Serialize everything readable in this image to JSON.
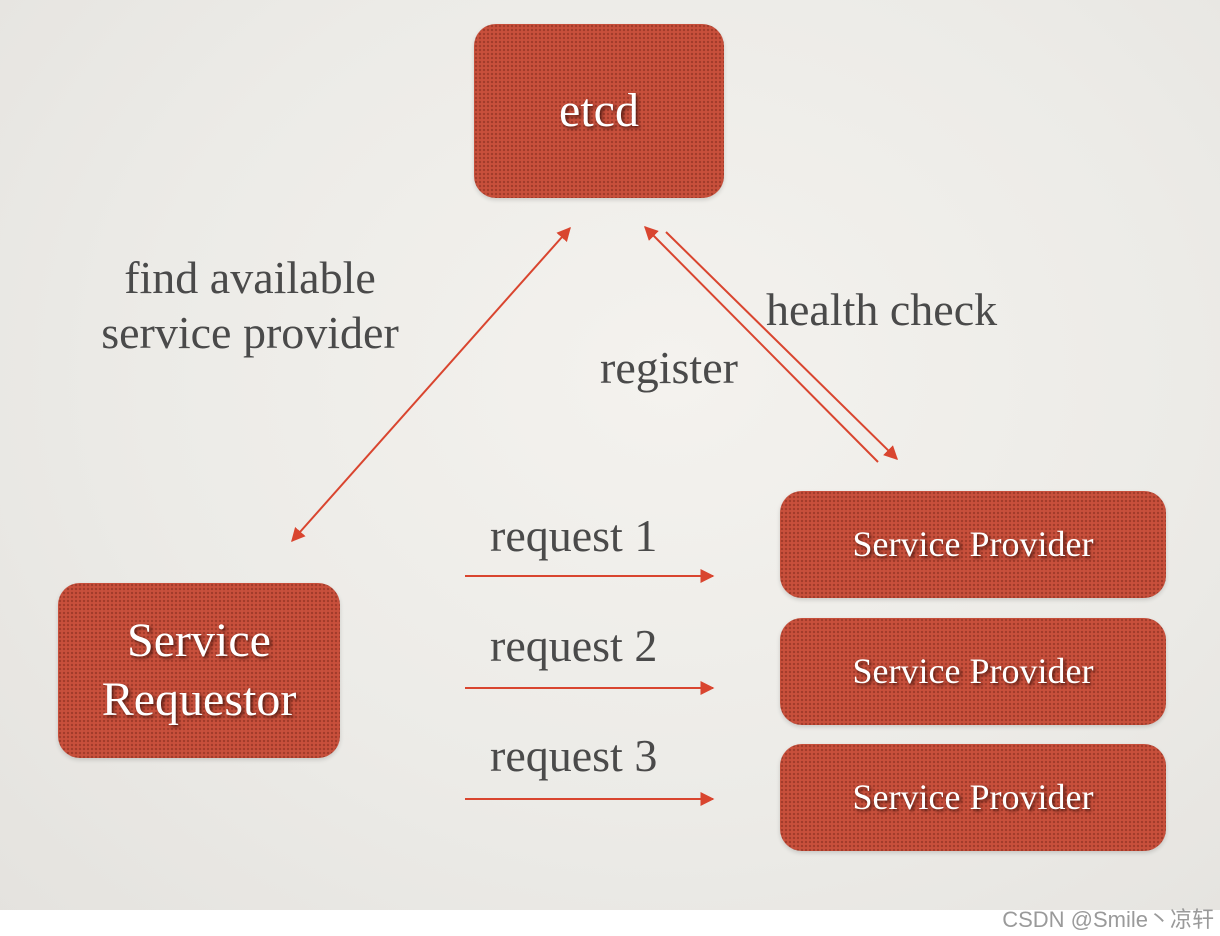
{
  "nodes": {
    "etcd": "etcd",
    "requestor_line1": "Service",
    "requestor_line2": "Requestor",
    "providers": [
      "Service Provider",
      "Service Provider",
      "Service Provider"
    ]
  },
  "labels": {
    "find_line1": "find available",
    "find_line2": "service provider",
    "health_check": "health check",
    "register": "register",
    "requests": [
      "request 1",
      "request 2",
      "request 3"
    ]
  },
  "watermark": "CSDN @Smile丶凉轩",
  "colors": {
    "box_fill": "#c8503c",
    "arrow": "#d9452f",
    "label_text": "#4a4a4a"
  }
}
